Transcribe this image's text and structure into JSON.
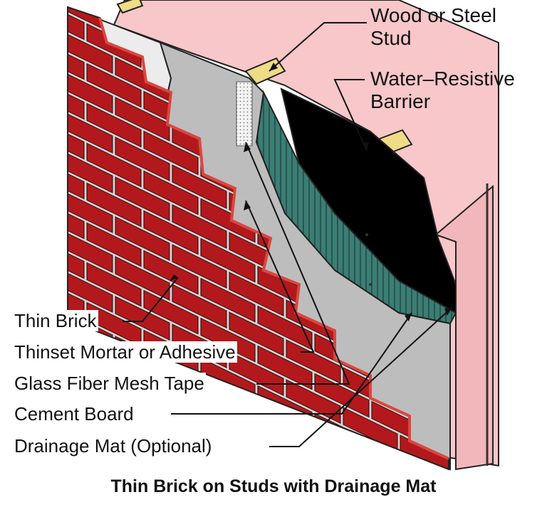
{
  "diagram": {
    "title": "Thin Brick on Studs with Drainage Mat",
    "callouts": {
      "stud": [
        "Wood or Steel",
        "Stud"
      ],
      "barrier": [
        "Water–Resistive",
        "Barrier"
      ]
    },
    "labels": [
      "Thin Brick",
      "Thinset Mortar or Adhesive",
      "Glass Fiber Mesh Tape",
      "Cement Board",
      "Drainage Mat (Optional)"
    ],
    "colors": {
      "brick": "#b3191c",
      "brick_top": "#d9473f",
      "mortar": "#d4d4d4",
      "thinset": "#ececec",
      "cement_board": "#bdbdbd",
      "drainage_mat": "#3c7d74",
      "barrier": "#000000",
      "insulation": "#f7c7c9",
      "stud": "#eedc86"
    }
  }
}
